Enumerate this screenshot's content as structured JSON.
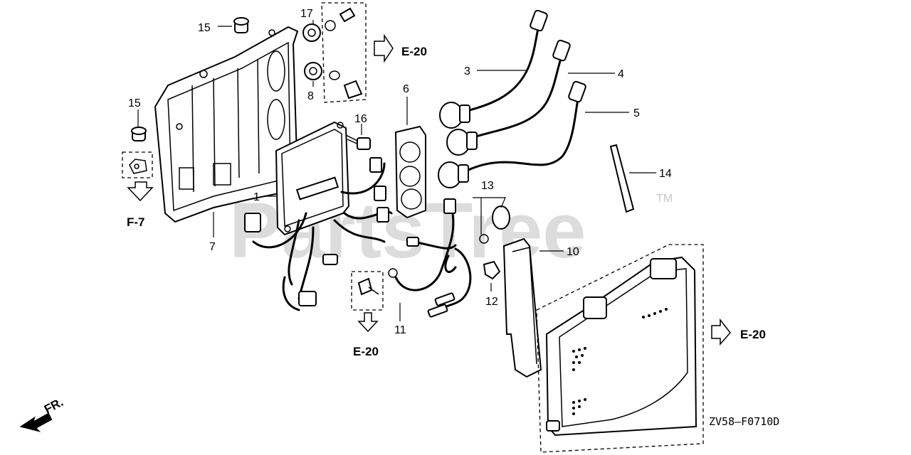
{
  "watermark": {
    "text": "PartsTree",
    "trademark": "TM"
  },
  "diagram_code": "ZV58—F0710D",
  "front_indicator": "FR.",
  "references": {
    "e20_top": "E-20",
    "e20_bottom": "E-20",
    "e20_right": "E-20",
    "f7": "F-7"
  },
  "callouts": {
    "c1": "1",
    "c3": "3",
    "c4": "4",
    "c5": "5",
    "c6": "6",
    "c7": "7",
    "c8": "8",
    "c10": "10",
    "c11": "11",
    "c12": "12",
    "c13": "13",
    "c14": "14",
    "c15a": "15",
    "c15b": "15",
    "c16": "16",
    "c17": "17"
  }
}
